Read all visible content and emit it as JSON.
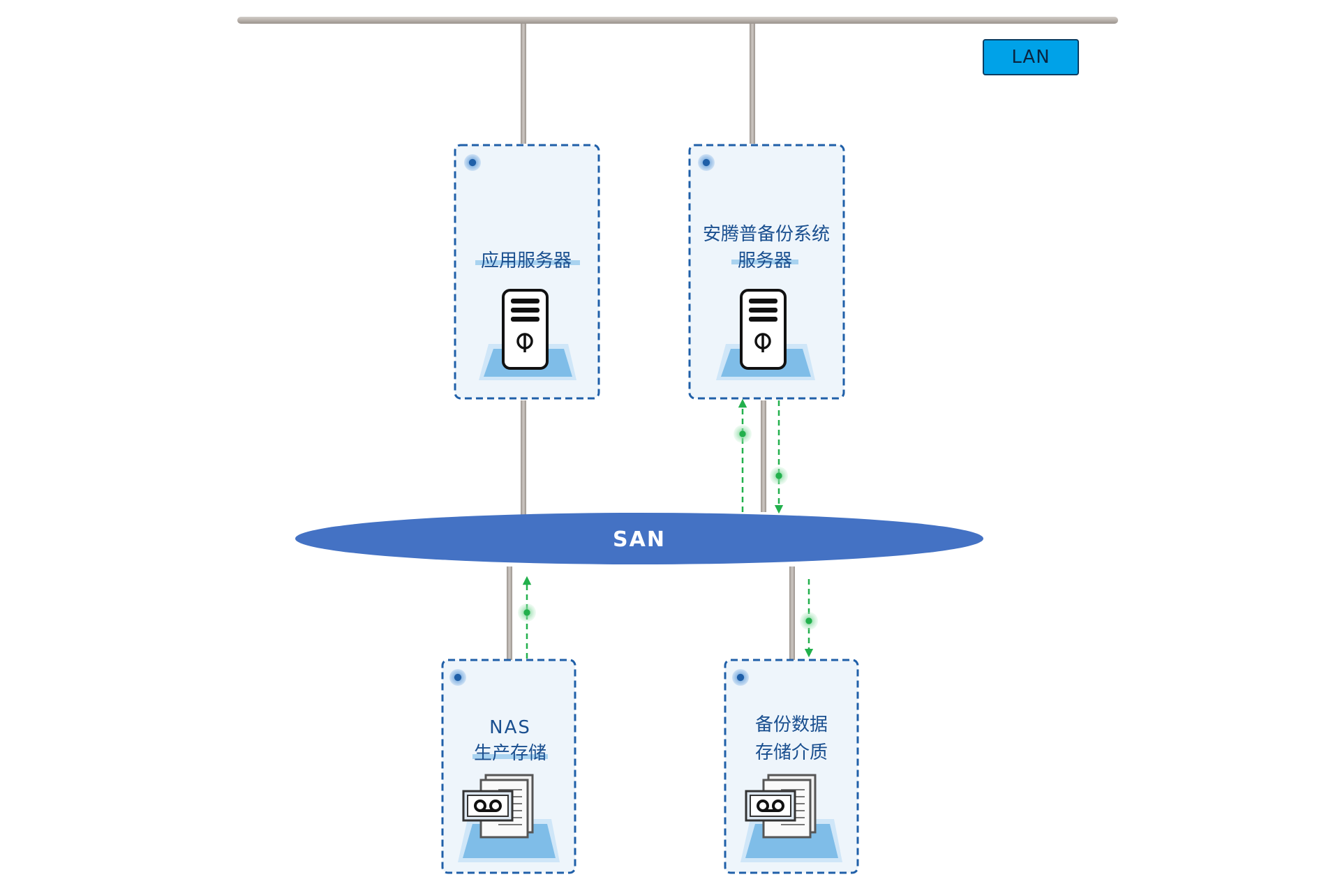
{
  "lan_label": "LAN",
  "san_label": "SAN",
  "nodes": {
    "app_server": {
      "lines": [
        "应用服务器"
      ]
    },
    "backup_server": {
      "lines": [
        "安腾普备份系统",
        "服务器"
      ]
    },
    "nas_storage": {
      "lines": [
        "NAS",
        "生产存储"
      ]
    },
    "backup_media": {
      "lines": [
        "备份数据",
        "存储介质"
      ]
    }
  },
  "colors": {
    "lan_badge": "#00a2e8",
    "san": "#4472c4",
    "box_border": "#1f5fa8",
    "box_fill": "#eef5fb",
    "label_text": "#1a4f8f",
    "label_highlight": "#a9d3f0",
    "flow_arrow": "#22b04c",
    "bus": "#b8b1ab",
    "platform": "#7fbde8"
  },
  "icons": {
    "server": "server-tower-icon",
    "storage": "tape-storage-icon"
  }
}
